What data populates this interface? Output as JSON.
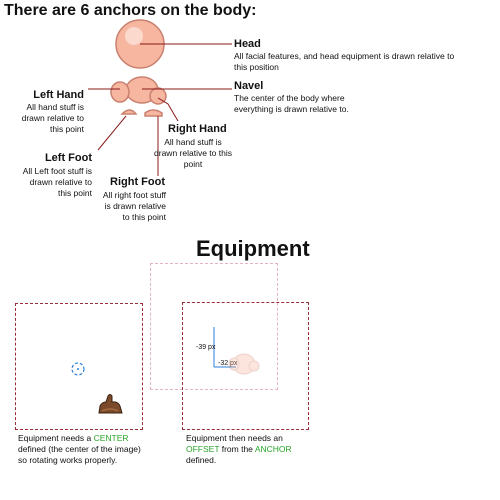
{
  "title": "There are 6 anchors on the body:",
  "anchors": {
    "head": {
      "label": "Head",
      "desc": "All facial features, and head equipment is drawn relative to this position"
    },
    "navel": {
      "label": "Navel",
      "desc": "The center of the body where everything is drawn relative to."
    },
    "left_hand": {
      "label": "Left Hand",
      "desc": "All hand stuff is drawn relative to this point"
    },
    "right_hand": {
      "label": "Right Hand",
      "desc": "All hand stuff is drawn relative to this point"
    },
    "left_foot": {
      "label": "Left Foot",
      "desc": "All Left foot stuff is drawn relative to this point"
    },
    "right_foot": {
      "label": "Right Foot",
      "desc": "All right foot stuff is drawn relative to this point"
    }
  },
  "equipment": {
    "title": "Equipment",
    "offset_y_label": "-39 px",
    "offset_x_label": "-32 px",
    "note_center": {
      "before": "Equipment needs a ",
      "highlight": "CENTER",
      "after": " defined (the center of the image) so rotating works properly."
    },
    "note_offset": {
      "before": "Equipment then needs an ",
      "highlight1": "OFFSET",
      "middle": " from the ",
      "highlight2": "ANCHOR",
      "after": " defined."
    }
  },
  "colors": {
    "line_red": "#8b1a1a",
    "dash_red": "#9b2d3a",
    "dash_pink": "#e2b5c0",
    "green": "#2aa52a",
    "anchor_blue": "#2b7fd9",
    "skin": "#f6b6a0"
  }
}
